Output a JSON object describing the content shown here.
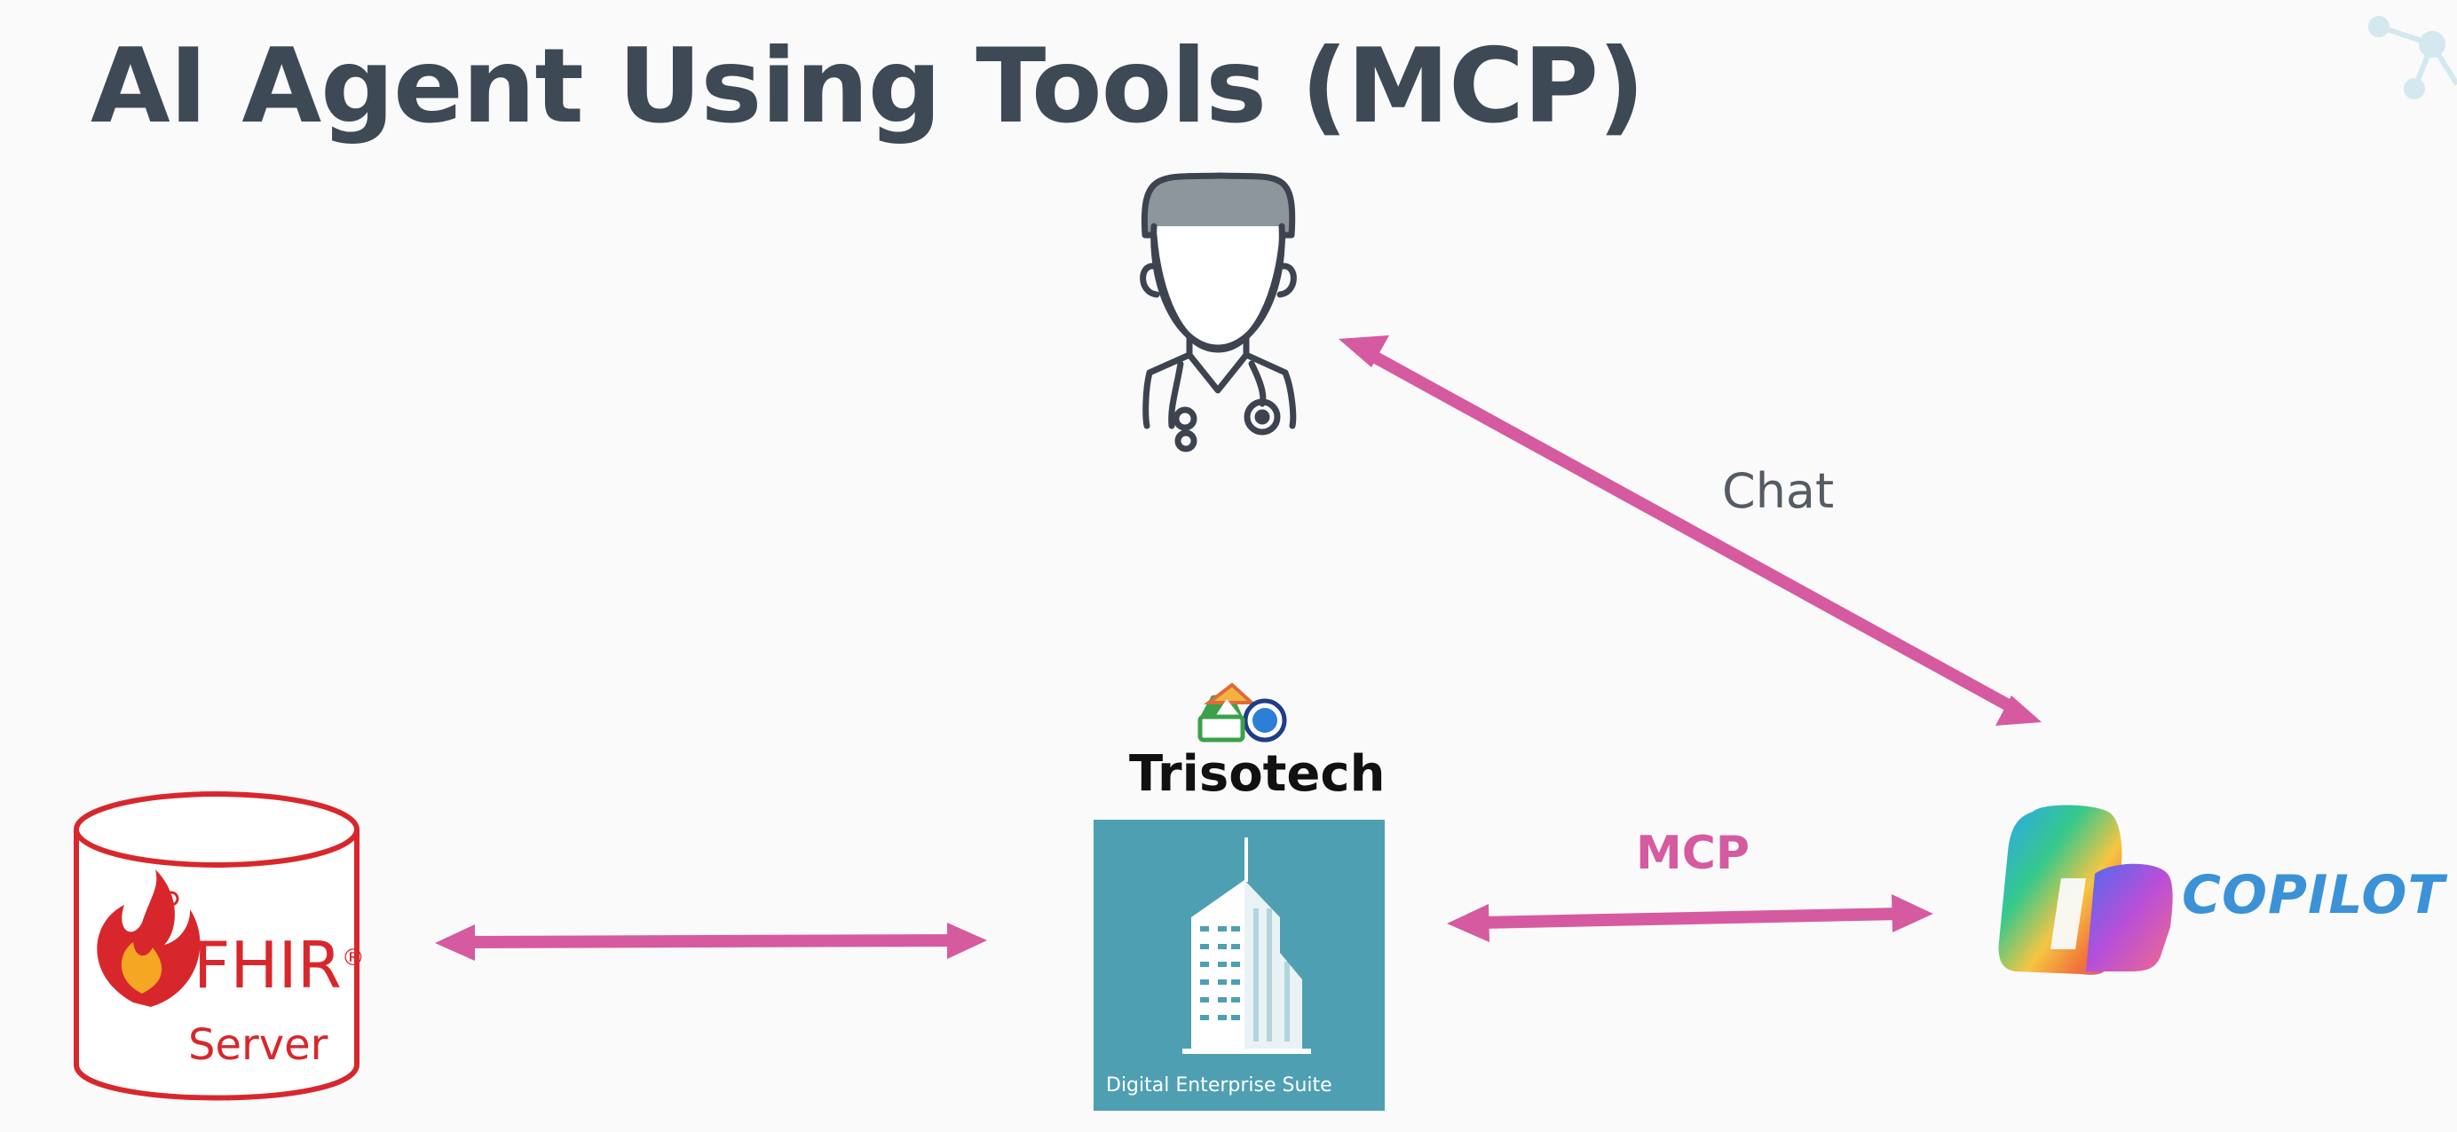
{
  "title": "AI Agent Using Tools (MCP)",
  "labels": {
    "chat": "Chat",
    "mcp": "MCP"
  },
  "nodes": {
    "user": {
      "icon": "doctor-icon"
    },
    "fhir": {
      "name": "FHIR",
      "subtitle": "Server",
      "registered_mark": "®",
      "icon": "flame-icon"
    },
    "trisotech": {
      "name": "Trisotech",
      "caption": "Digital Enterprise Suite",
      "icon": "building-icon"
    },
    "copilot": {
      "name": "COPILOT",
      "icon": "copilot-logo-icon"
    }
  },
  "colors": {
    "arrow": "#d65aa0",
    "title": "#3d4955",
    "fhir_red": "#d8272c",
    "des_teal": "#4f9fb3",
    "copilot_blue": "#3b92d6"
  }
}
